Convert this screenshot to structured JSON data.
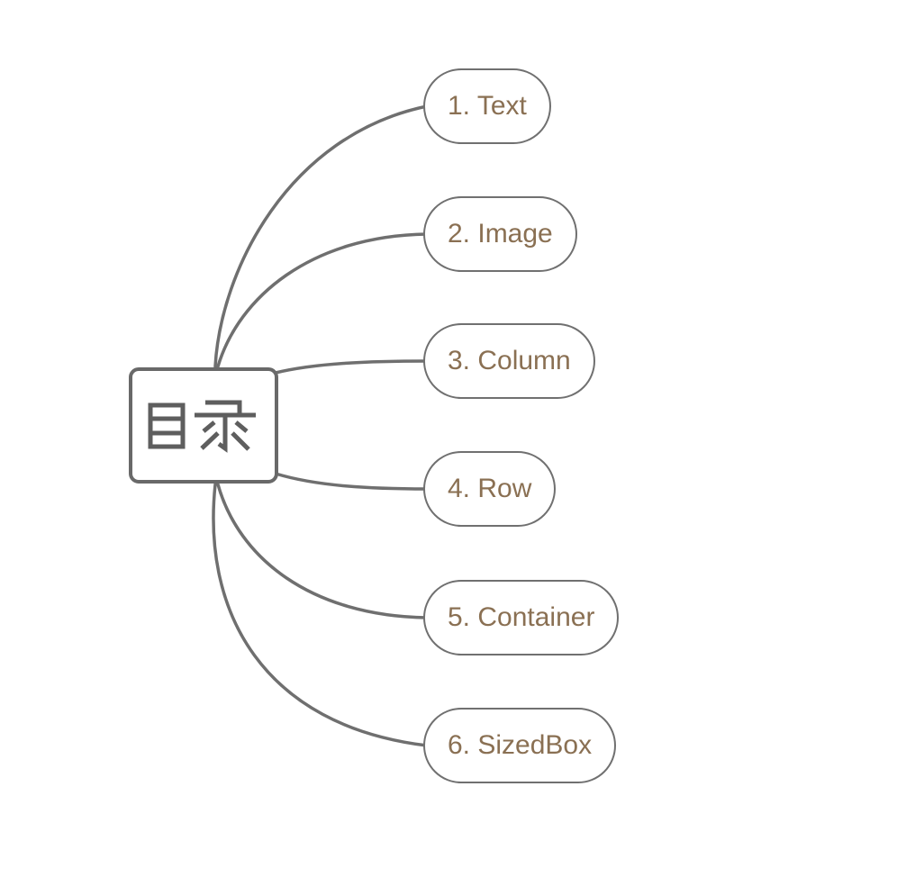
{
  "diagram": {
    "type": "mindmap",
    "root": {
      "label": "目录"
    },
    "children": [
      {
        "label": "1. Text"
      },
      {
        "label": "2. Image"
      },
      {
        "label": "3. Column"
      },
      {
        "label": "4. Row"
      },
      {
        "label": "5. Container"
      },
      {
        "label": "6. SizedBox"
      }
    ],
    "colors": {
      "background": "#ffffff",
      "edge": "#6f6f6f",
      "root_border": "#696969",
      "root_text": "#5e5e5e",
      "child_border": "#707070",
      "child_text": "#8a7053"
    }
  }
}
